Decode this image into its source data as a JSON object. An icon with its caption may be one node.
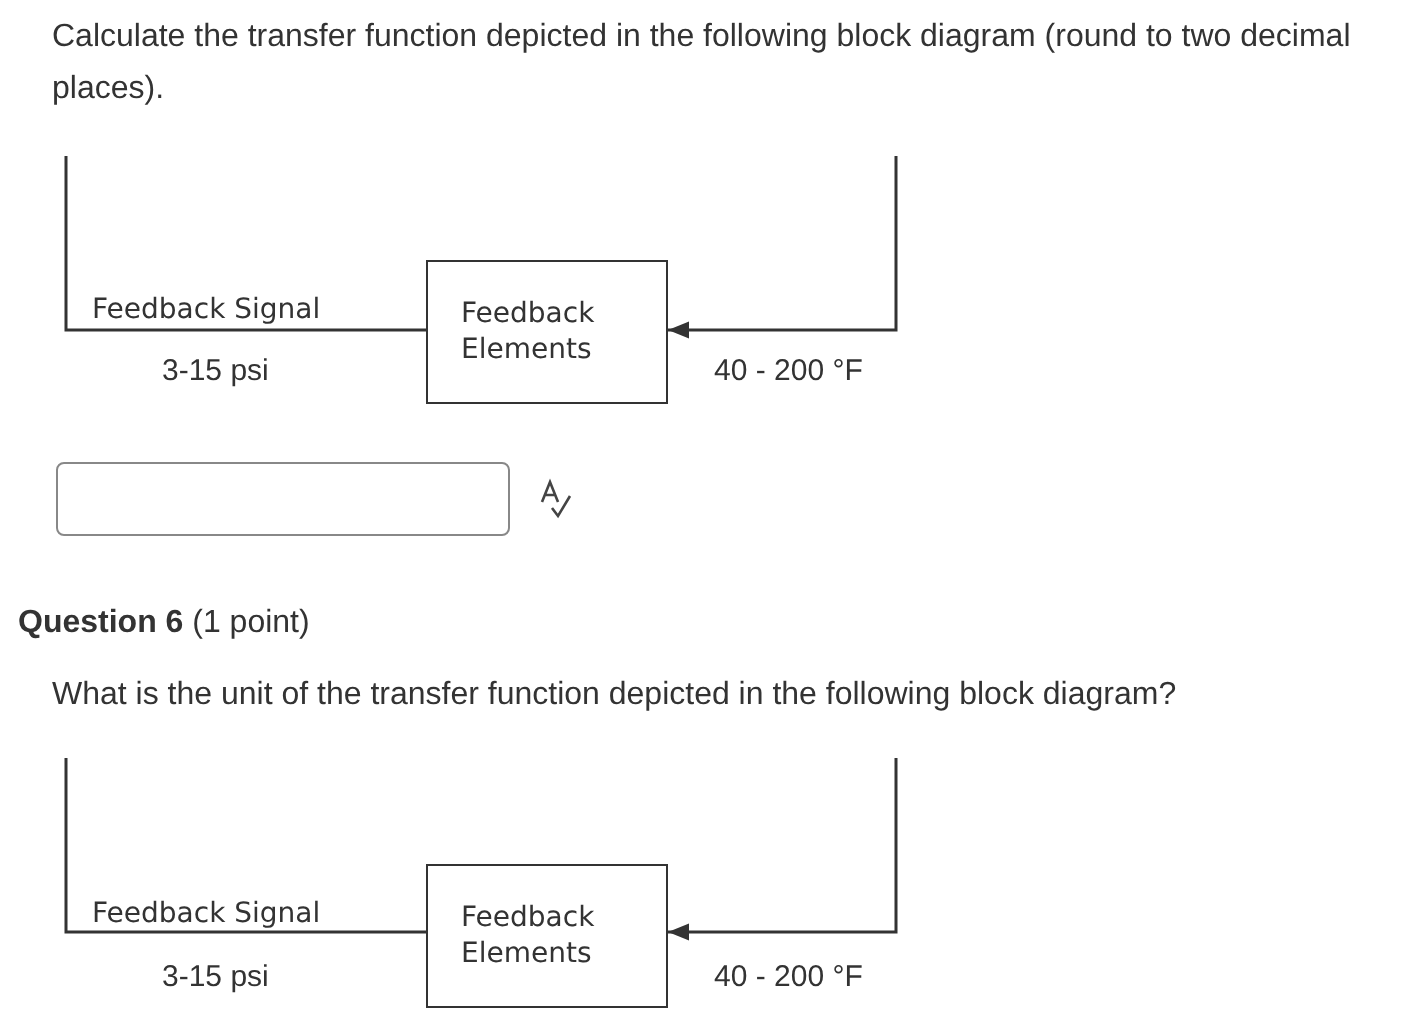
{
  "diagram": {
    "nodes": [
      {
        "text": [
          "Feedback Elements"
        ]
      },
      {
        "text": [
          "Feedback Elements"
        ]
      }
    ],
    "edges": [
      {
        "from": null,
        "to": 0,
        "arrow": "none"
      },
      {
        "from": null,
        "to": 0,
        "arrow": "to"
      },
      {
        "from": null,
        "to": 1,
        "arrow": "none"
      },
      {
        "from": null,
        "to": 1,
        "arrow": "to"
      }
    ],
    "labels": [
      "Calculate the transfer function depicted in the following block diagram (round to two decimal places).",
      "Feedback Signal",
      "3-15 psi",
      "40 - 200 °F",
      "**Question 6** (1 point)",
      "What is the unit of the transfer function depicted in the following block diagram?",
      "Feedback Signal",
      "3-15 psi",
      "40 - 200 °F"
    ]
  }
}
